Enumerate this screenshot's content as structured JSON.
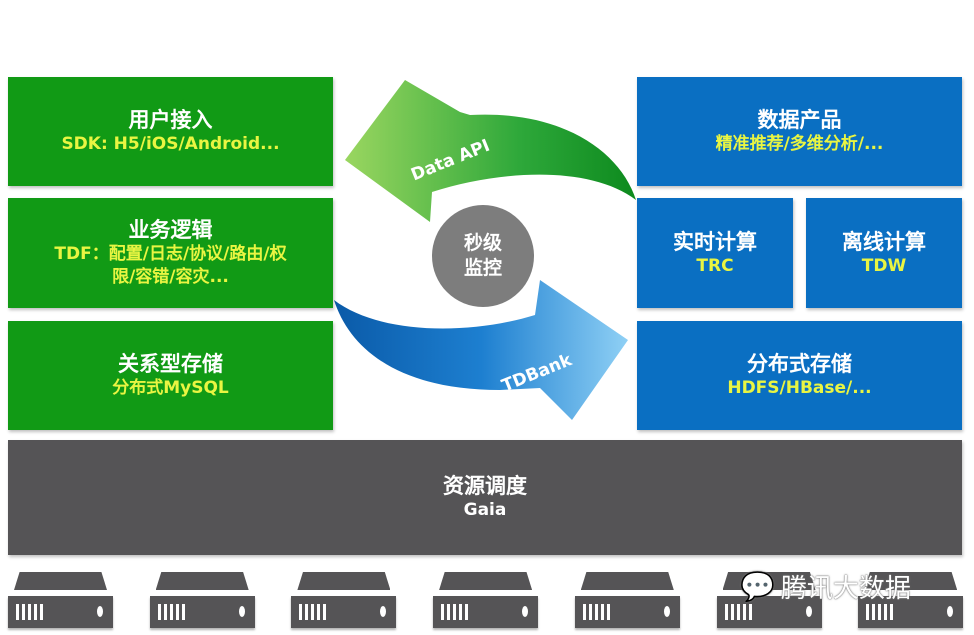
{
  "left": [
    {
      "title": "用户接入",
      "subtitle": "SDK: H5/iOS/Android..."
    },
    {
      "title": "业务逻辑",
      "subtitle": "TDF：配置/日志/协议/路由/权",
      "subtitle2": "限/容错/容灾..."
    },
    {
      "title": "关系型存储",
      "subtitle": "分布式MySQL"
    }
  ],
  "right": {
    "top": {
      "title": "数据产品",
      "subtitle": "精准推荐/多维分析/..."
    },
    "mid_left": {
      "title": "实时计算",
      "subtitle": "TRC"
    },
    "mid_right": {
      "title": "离线计算",
      "subtitle": "TDW"
    },
    "bottom": {
      "title": "分布式存储",
      "subtitle": "HDFS/HBase/..."
    }
  },
  "center": {
    "line1": "秒级",
    "line2": "监控"
  },
  "arrows": {
    "top": "Data API",
    "bottom": "TDBank"
  },
  "base": {
    "title": "资源调度",
    "subtitle": "Gaia"
  },
  "servers_count": 7,
  "watermark": "腾讯大数据",
  "colors": {
    "green": "#119a15",
    "blue": "#0a6fc2",
    "gray": "#555456",
    "accent_text": "#e9f542"
  }
}
